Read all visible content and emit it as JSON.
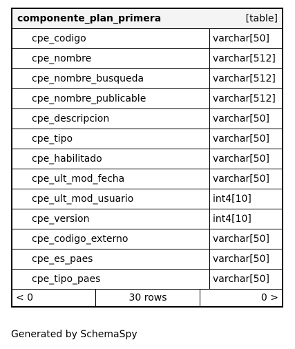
{
  "table": {
    "name": "componente_plan_primera",
    "kind": "[table]",
    "columns": [
      {
        "name": "cpe_codigo",
        "type": "varchar[50]"
      },
      {
        "name": "cpe_nombre",
        "type": "varchar[512]"
      },
      {
        "name": "cpe_nombre_busqueda",
        "type": "varchar[512]"
      },
      {
        "name": "cpe_nombre_publicable",
        "type": "varchar[512]"
      },
      {
        "name": "cpe_descripcion",
        "type": "varchar[50]"
      },
      {
        "name": "cpe_tipo",
        "type": "varchar[50]"
      },
      {
        "name": "cpe_habilitado",
        "type": "varchar[50]"
      },
      {
        "name": "cpe_ult_mod_fecha",
        "type": "varchar[50]"
      },
      {
        "name": "cpe_ult_mod_usuario",
        "type": "int4[10]"
      },
      {
        "name": "cpe_version",
        "type": "int4[10]"
      },
      {
        "name": "cpe_codigo_externo",
        "type": "varchar[50]"
      },
      {
        "name": "cpe_es_paes",
        "type": "varchar[50]"
      },
      {
        "name": "cpe_tipo_paes",
        "type": "varchar[50]"
      }
    ],
    "footer": {
      "left": "< 0",
      "rows": "30 rows",
      "right": "0 >"
    }
  },
  "generated_by": "Generated by SchemaSpy"
}
